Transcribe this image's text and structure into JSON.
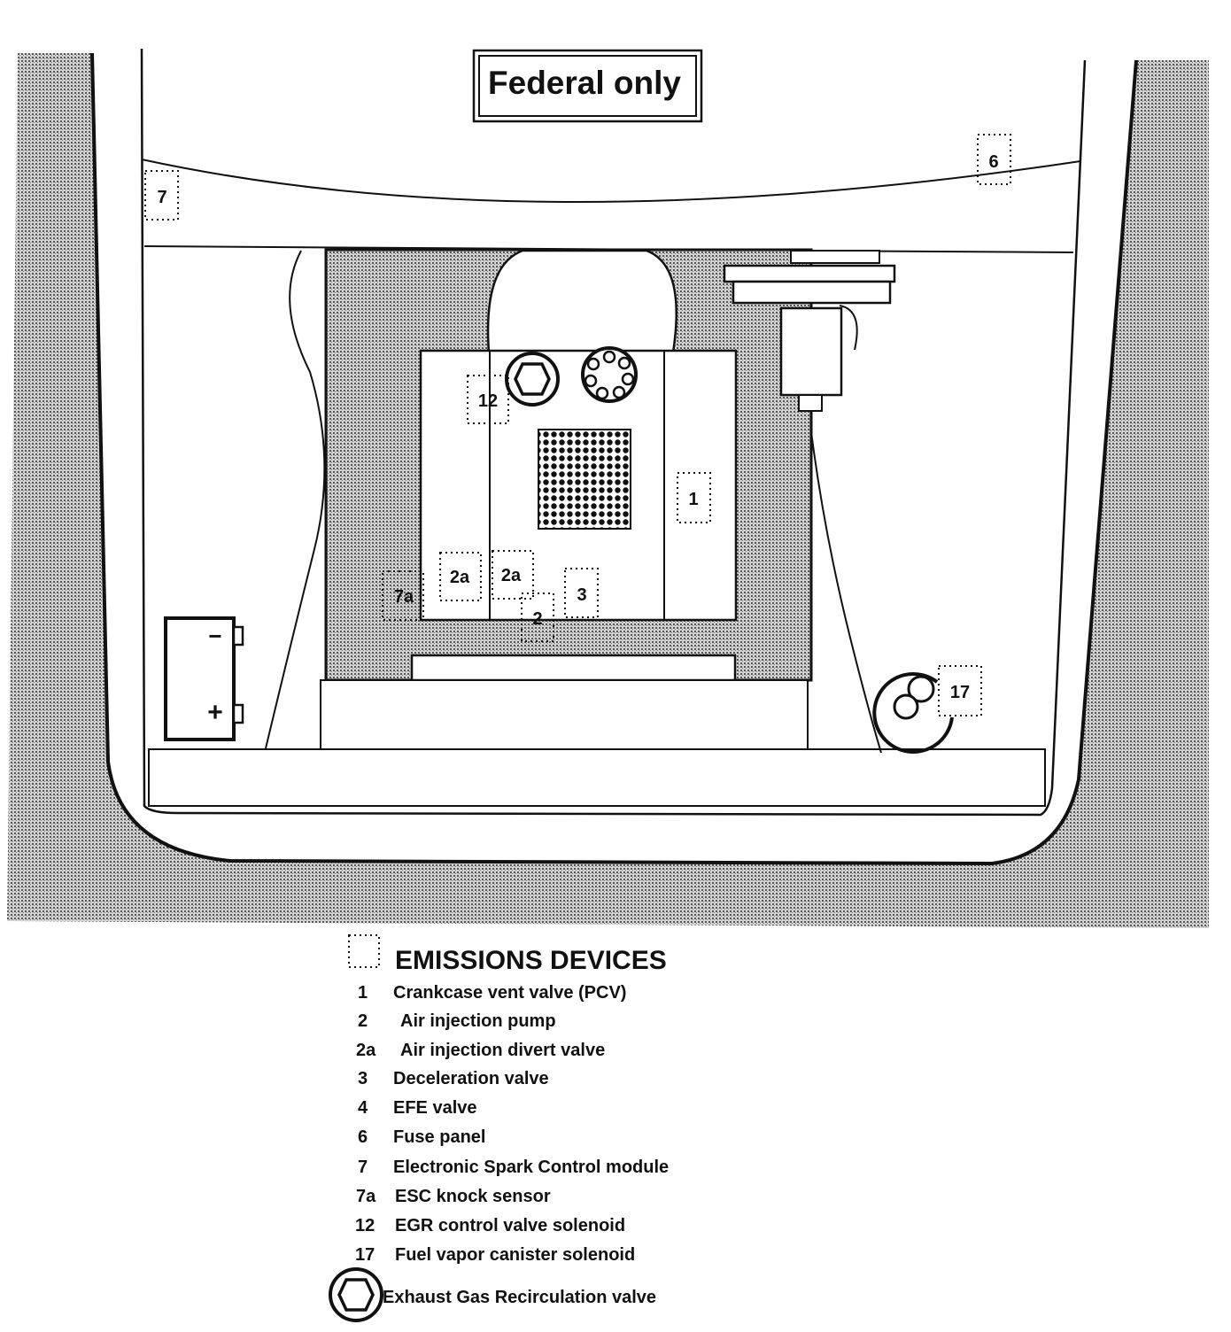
{
  "title": "Federal only",
  "callouts": [
    {
      "id": "7",
      "label": "7"
    },
    {
      "id": "6",
      "label": "6"
    },
    {
      "id": "12",
      "label": "12"
    },
    {
      "id": "1",
      "label": "1"
    },
    {
      "id": "2a-left",
      "label": "2a"
    },
    {
      "id": "2a-right",
      "label": "2a"
    },
    {
      "id": "3",
      "label": "3"
    },
    {
      "id": "7a",
      "label": "7a"
    },
    {
      "id": "2",
      "label": "2"
    },
    {
      "id": "17",
      "label": "17"
    }
  ],
  "battery": {
    "negative": "−",
    "positive": "+"
  },
  "legend": {
    "title": "EMISSIONS DEVICES",
    "items": [
      {
        "num": "1",
        "desc": "Crankcase vent valve (PCV)"
      },
      {
        "num": "2",
        "desc": "Air injection pump"
      },
      {
        "num": "2a",
        "desc": "Air injection divert valve"
      },
      {
        "num": "3",
        "desc": "Deceleration valve"
      },
      {
        "num": "4",
        "desc": "EFE  valve"
      },
      {
        "num": "6",
        "desc": "Fuse panel"
      },
      {
        "num": "7",
        "desc": "Electronic Spark Control module"
      },
      {
        "num": "7a",
        "desc": "ESC knock sensor"
      },
      {
        "num": "12",
        "desc": "EGR  control valve solenoid"
      },
      {
        "num": "17",
        "desc": "Fuel vapor canister solenoid"
      }
    ],
    "egr_note": "Exhaust Gas Recirculation valve"
  }
}
